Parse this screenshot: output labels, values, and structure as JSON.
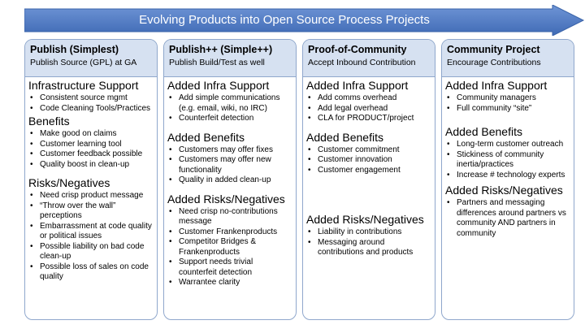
{
  "banner": {
    "title": "Evolving Products into Open Source Process Projects",
    "color": "#4a78c2"
  },
  "columns": [
    {
      "title": "Publish (Simplest)",
      "subtitle": "Publish Source (GPL) at GA",
      "sections": [
        {
          "title": "Infrastructure Support",
          "items": [
            "Consistent source mgmt",
            "Code Cleaning Tools/Practices"
          ]
        },
        {
          "title": "Benefits",
          "items": [
            "Make good on claims",
            "Customer learning tool",
            "Customer feedback possible",
            "Quality boost in clean-up"
          ]
        },
        {
          "title": "Risks/Negatives",
          "items": [
            "Need crisp product message",
            "“Throw over the wall” perceptions",
            "Embarrassment at code quality or political issues",
            "Possible liability on bad code clean-up",
            "Possible loss of sales on code quality"
          ]
        }
      ]
    },
    {
      "title": "Publish++ (Simple++)",
      "subtitle": "Publish Build/Test as well",
      "sections": [
        {
          "title": "Added Infra Support",
          "items": [
            "Add simple communications (e.g. email, wiki, no IRC)",
            "Counterfeit detection"
          ]
        },
        {
          "title": "Added Benefits",
          "items": [
            "Customers may offer fixes",
            "Customers may offer new functionality",
            "Quality in added clean-up"
          ]
        },
        {
          "title": "Added Risks/Negatives",
          "items": [
            "Need crisp no-contributions message",
            "Customer Frankenproducts",
            "Competitor Bridges & Frankenproducts",
            "Support needs trivial counterfeit detection",
            "Warrantee clarity"
          ]
        }
      ]
    },
    {
      "title": "Proof-of-Community",
      "subtitle": "Accept Inbound Contribution",
      "sections": [
        {
          "title": "Added Infra Support",
          "items": [
            "Add comms overhead",
            "Add legal overhead",
            "CLA for PRODUCT/project"
          ]
        },
        {
          "title": "Added Benefits",
          "items": [
            "Customer commitment",
            "Customer innovation",
            "Customer engagement"
          ]
        },
        {
          "title": "Added Risks/Negatives",
          "items": [
            "Liability in contributions",
            "Messaging around contributions and products"
          ]
        }
      ]
    },
    {
      "title": "Community Project",
      "subtitle": "Encourage Contributions",
      "sections": [
        {
          "title": "Added Infra Support",
          "items": [
            "Community managers",
            "Full community “site”"
          ]
        },
        {
          "title": "Added Benefits",
          "items": [
            "Long-term customer outreach",
            "Stickiness of community inertia/practices",
            "Increase # technology experts"
          ]
        },
        {
          "title": "Added Risks/Negatives",
          "items": [
            "Partners and messaging differences around partners vs community AND partners in community"
          ]
        }
      ]
    }
  ]
}
